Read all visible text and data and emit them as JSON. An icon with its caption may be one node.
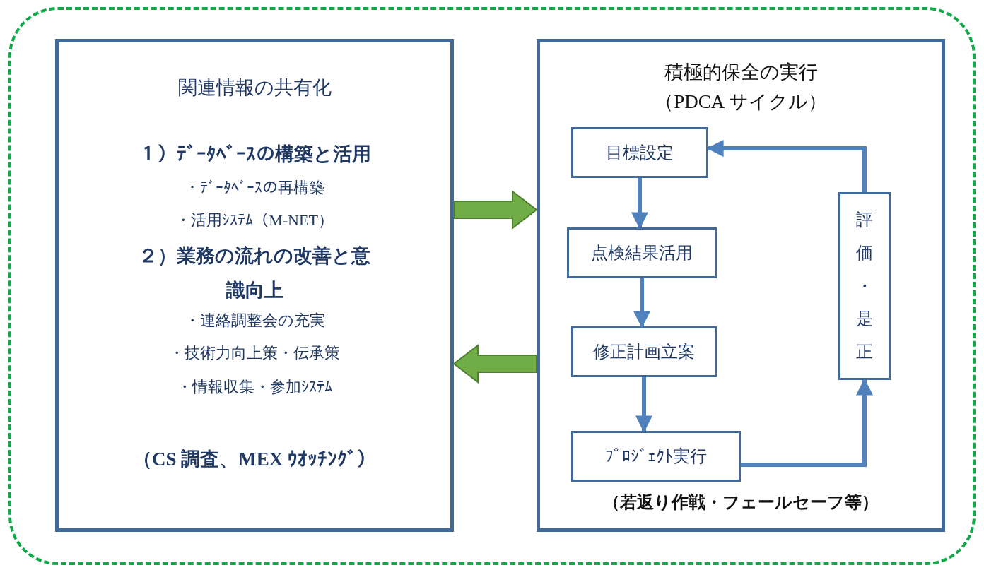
{
  "diagram": {
    "nodes": [
      {
        "text": [],
        "shape": "box"
      },
      {
        "text": [
          "関連情報の共有化",
          "１）ﾃﾞｰﾀﾍﾞｰｽの構築と活用",
          "・ﾃﾞｰﾀﾍﾞｰｽの再構築",
          "・活用ｼｽﾃﾑ（M-NET）",
          "２）業務の流れの改善と意識向上",
          "・連絡調整会の充実",
          "・技術力向上策・伝承策",
          "・情報収集・参加ｼｽﾃﾑ",
          "（CS 調査、MEX ｳｵｯﾁﾝｸﾞ）"
        ],
        "in": 0
      },
      {
        "text": [
          "積極的保全の実行",
          "（PDCA サイクル）",
          "（若返り作戦・フェールセーフ等）"
        ],
        "in": 0
      },
      {
        "text": [
          "目標設定"
        ],
        "in": 2
      },
      {
        "text": [
          "点検結果活用"
        ],
        "in": 2
      },
      {
        "text": [
          "修正計画立案"
        ],
        "in": 2
      },
      {
        "text": [
          "ﾌﾟﾛｼﾞｪｸﾄ実行"
        ],
        "in": 2
      },
      {
        "text": [
          "評価・是正"
        ],
        "in": 2
      }
    ],
    "edges": [
      {
        "from": 1,
        "to": 2,
        "arrow": "to",
        "style": "thick",
        "color": "#70ad47"
      },
      {
        "from": 2,
        "to": 1,
        "arrow": "to",
        "style": "thick",
        "color": "#70ad47"
      },
      {
        "from": 3,
        "to": 4,
        "arrow": "to"
      },
      {
        "from": 4,
        "to": 5,
        "arrow": "to"
      },
      {
        "from": 5,
        "to": 6,
        "arrow": "to"
      },
      {
        "from": 6,
        "to": 7,
        "arrow": "to"
      },
      {
        "from": 7,
        "to": 3,
        "arrow": "to"
      }
    ]
  }
}
